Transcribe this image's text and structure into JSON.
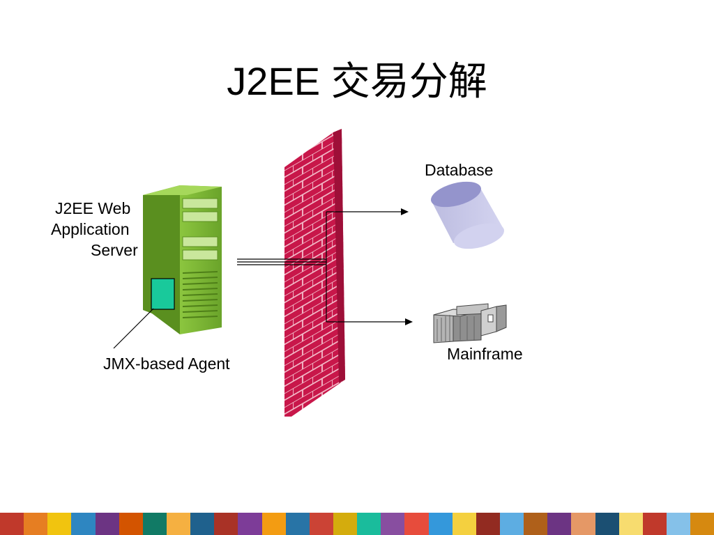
{
  "slide": {
    "title": "J2EE 交易分解"
  },
  "labels": {
    "server_line1": "J2EE Web",
    "server_line2": "Application",
    "server_line3": "Server",
    "agent": "JMX-based Agent",
    "database": "Database",
    "mainframe": "Mainframe"
  },
  "colors": {
    "server_green": "#7fb82c",
    "agent_box": "#19c99b",
    "firewall_red": "#c8174a",
    "database_fill": "#c4c4e6",
    "database_top": "#9494cc",
    "mainframe_gray": "#a9a9a9"
  }
}
